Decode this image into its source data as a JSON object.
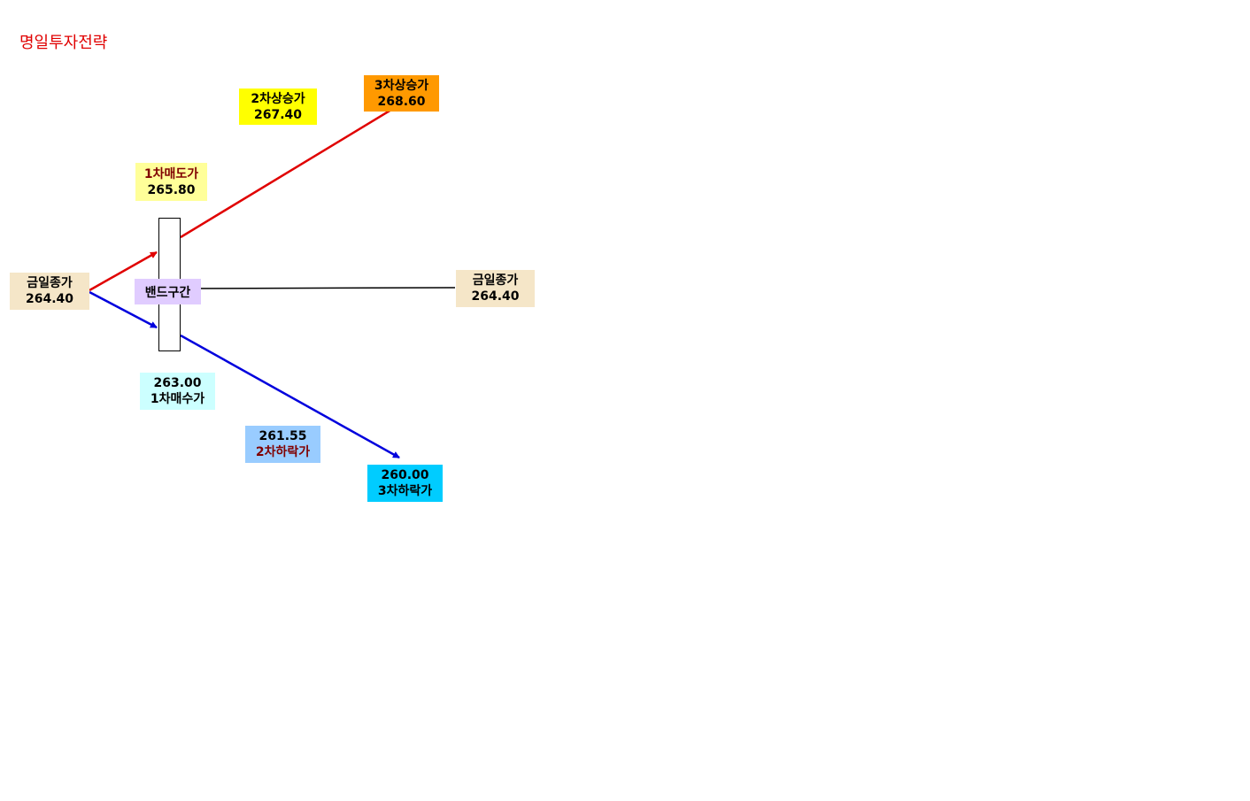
{
  "title": "명일투자전략",
  "today_close_left": {
    "label": "금일종가",
    "value": "264.40"
  },
  "today_close_right": {
    "label": "금일종가",
    "value": "264.40"
  },
  "band": {
    "label": "밴드구간"
  },
  "sell1": {
    "label": "1차매도가",
    "value": "265.80"
  },
  "rise2": {
    "label": "2차상승가",
    "value": "267.40"
  },
  "rise3": {
    "label": "3차상승가",
    "value": "268.60"
  },
  "buy1": {
    "label": "1차매수가",
    "value": "263.00"
  },
  "fall2": {
    "label": "2차하락가",
    "value": "261.55"
  },
  "fall3": {
    "label": "3차하락가",
    "value": "260.00"
  },
  "colors": {
    "title": "#e00000",
    "rise_line": "#e00000",
    "fall_line": "#0000dd",
    "close_box": "#f5e6c8",
    "sell1_box": "#ffff99",
    "rise2_box": "#ffff00",
    "rise3_box": "#ff9900",
    "buy1_box": "#ccffff",
    "fall2_box": "#99ccff",
    "fall3_box": "#00ccff",
    "band_box": "#e0ccff"
  }
}
